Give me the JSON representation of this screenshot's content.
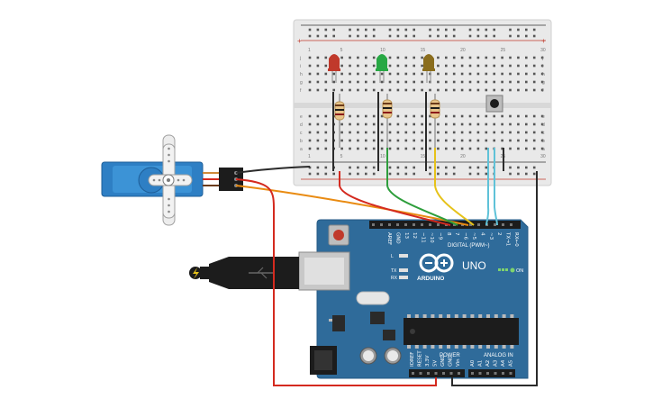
{
  "board": {
    "brand": "ARDUINO",
    "model": "UNO",
    "on_label": "ON",
    "digital_label": "DIGITAL (PWM~)",
    "power_label": "POWER",
    "analog_label": "ANALOG IN",
    "led_labels": [
      "L",
      "TX",
      "RX"
    ],
    "aref": "AREF",
    "gnd": "GND",
    "digital_pins": [
      "13",
      "12",
      "~11",
      "~10",
      "~9",
      "8",
      "7",
      "~6",
      "~5",
      "4",
      "~3",
      "2",
      "TX→1",
      "RX←0"
    ],
    "power_pins": [
      "IOREF",
      "RESET",
      "3.3V",
      "5V",
      "GND",
      "GND",
      "Vin"
    ],
    "analog_pins": [
      "A0",
      "A1",
      "A2",
      "A3",
      "A4",
      "A5"
    ]
  },
  "breadboard": {
    "top_numbers": [
      "1",
      "5",
      "10",
      "15",
      "20",
      "25",
      "30"
    ],
    "row_letters_bottom": [
      "a",
      "b",
      "c",
      "d",
      "e"
    ],
    "row_letters_top": [
      "f",
      "g",
      "h",
      "i",
      "j"
    ]
  },
  "components": {
    "leds": [
      {
        "color": "#c0392b"
      },
      {
        "color": "#27a844"
      },
      {
        "color": "#8a6d1d"
      }
    ],
    "wire_colors": {
      "red": "#d42a1f",
      "green": "#2e9e3c",
      "yellow": "#e6c21a",
      "cyan": "#5fc2d8",
      "orange": "#e98b12",
      "black": "#2b2b2b"
    }
  }
}
